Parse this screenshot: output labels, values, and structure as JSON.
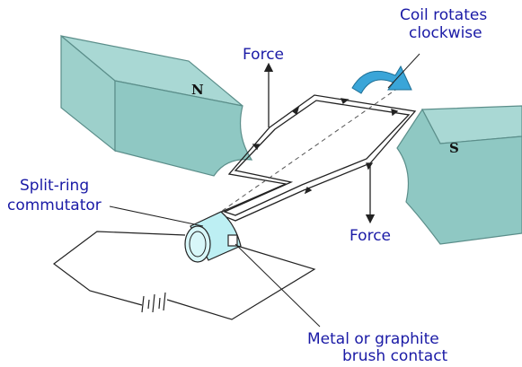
{
  "colors": {
    "magnet_top": "#a9d8d4",
    "magnet_side": "#8fc8c3",
    "magnet_edge": "#5b8e8a",
    "label_text": "#1a1aa6",
    "arrow_fill": "#3aa5d8",
    "commutator": "#bdeff3",
    "line": "#222222"
  },
  "magnets": {
    "north": {
      "label": "N"
    },
    "south": {
      "label": "S"
    }
  },
  "labels": {
    "force_top": "Force",
    "force_bottom": "Force",
    "rotation_line1": "Coil rotates",
    "rotation_line2": "clockwise",
    "commutator_line1": "Split-ring",
    "commutator_line2": "commutator",
    "brush_line1": "Metal or graphite",
    "brush_line2": "brush contact"
  },
  "icons": {
    "rotation": "curved-arrow-icon",
    "force": "arrow-icon",
    "battery": "battery-cell-icon"
  }
}
